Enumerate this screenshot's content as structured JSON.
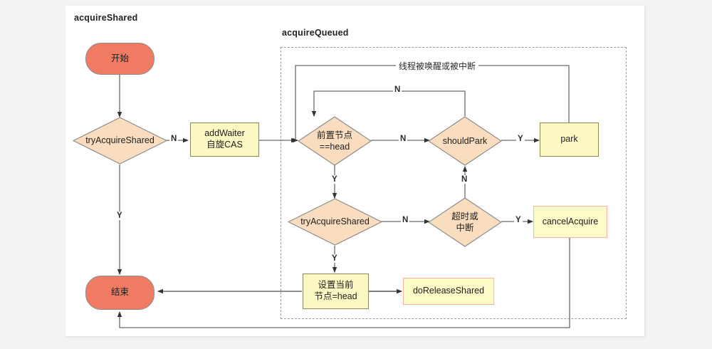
{
  "page": {
    "background_color": "#f2f3f5",
    "canvas_color": "#ffffff"
  },
  "groups": [
    {
      "id": "acquireShared",
      "label": "acquireShared",
      "style": "solid-card"
    },
    {
      "id": "acquireQueued",
      "label": "acquireQueued",
      "style": "dashed-box"
    }
  ],
  "colors": {
    "terminator_fill": "#ef7b62",
    "terminator_stroke": "#8c8c8c",
    "decision_fill": "#fadcbe",
    "decision_stroke": "#8c8c8c",
    "process_fill": "#fbf8c3",
    "process_stroke": "#8c8a4e",
    "process_alt_stroke": "#ffb0a0",
    "edge_stroke": "#6b6b6b",
    "group_dashed_stroke": "#9b9b9b"
  },
  "nodes": {
    "start": {
      "label": "开始",
      "shape": "terminator"
    },
    "try_acquire_shared_1": {
      "label": "tryAcquireShared",
      "shape": "decision"
    },
    "add_waiter": {
      "line1": "addWaiter",
      "line2": "自旋CAS",
      "shape": "process"
    },
    "pred_is_head": {
      "line1": "前置节点",
      "line2": "==head",
      "shape": "decision"
    },
    "should_park": {
      "label": "shouldPark",
      "shape": "decision"
    },
    "park": {
      "label": "park",
      "shape": "process"
    },
    "try_acquire_shared_2": {
      "label": "tryAcquireShared",
      "shape": "decision"
    },
    "timeout_or_interrupt": {
      "line1": "超时或",
      "line2": "中断",
      "shape": "decision"
    },
    "cancel_acquire": {
      "label": "cancelAcquire",
      "shape": "process-alt"
    },
    "set_current_node_head": {
      "line1": "设置当前",
      "line2": "节点=head",
      "shape": "process"
    },
    "do_release_shared": {
      "label": "doReleaseShared",
      "shape": "process-alt"
    },
    "end": {
      "label": "结束",
      "shape": "terminator"
    }
  },
  "edge_labels": {
    "try1_to_addwaiter": "N",
    "try1_to_end": "Y",
    "pred_to_shouldpark": "N",
    "pred_to_try2": "Y",
    "shouldpark_to_park": "Y",
    "shouldpark_loop_back": "N",
    "park_wakeup": "线程被唤醒或被中断",
    "try2_to_timeout": "N",
    "try2_to_setnode": "Y",
    "timeout_to_cancel": "Y",
    "timeout_to_shouldpark": "N"
  }
}
